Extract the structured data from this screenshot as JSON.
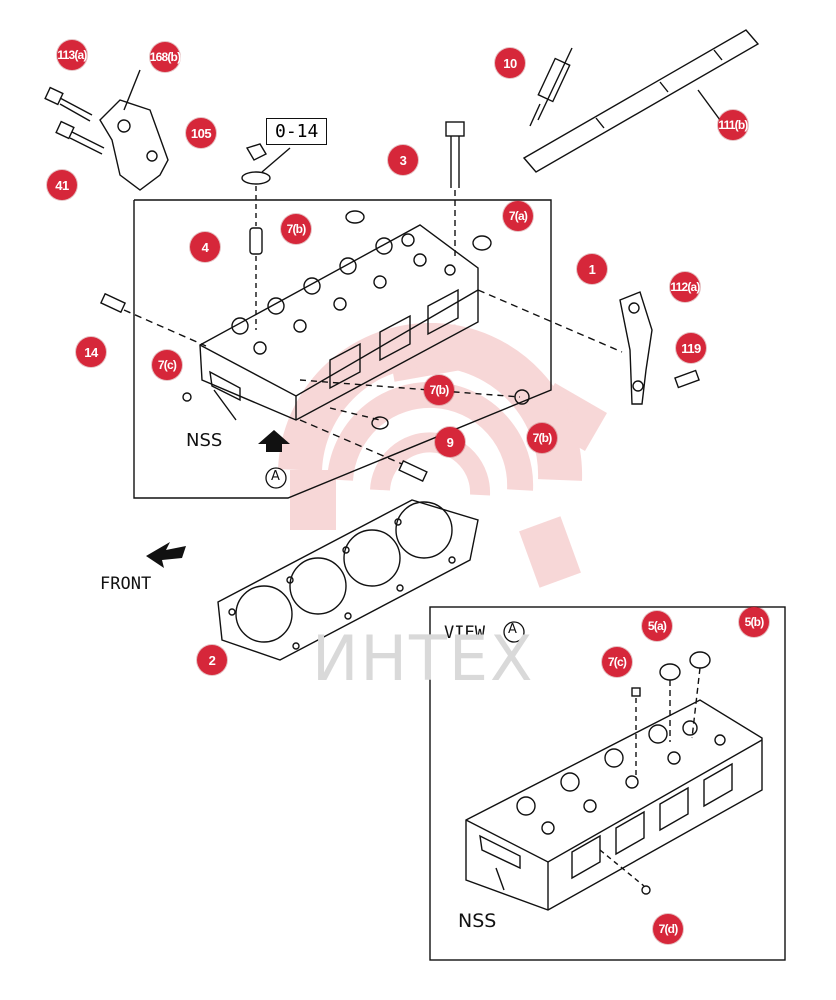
{
  "labels": {
    "nss_main": "NSS",
    "nss_view": "NSS",
    "view_title": "VIEW",
    "view_marker": "A",
    "front": "FRONT",
    "arrow_marker": "A",
    "ref_box": "0-14",
    "watermark": "ИНТЕХ"
  },
  "callouts": [
    {
      "id": "113a",
      "text": "113(a)"
    },
    {
      "id": "168b",
      "text": "168(b)"
    },
    {
      "id": "41",
      "text": "41"
    },
    {
      "id": "105",
      "text": "105"
    },
    {
      "id": "10",
      "text": "10"
    },
    {
      "id": "111b",
      "text": "111(b)"
    },
    {
      "id": "3",
      "text": "3"
    },
    {
      "id": "7a",
      "text": "7(a)"
    },
    {
      "id": "7b_top",
      "text": "7(b)"
    },
    {
      "id": "4",
      "text": "4"
    },
    {
      "id": "1",
      "text": "1"
    },
    {
      "id": "112a",
      "text": "112(a)"
    },
    {
      "id": "14",
      "text": "14"
    },
    {
      "id": "7c_main",
      "text": "7(c)"
    },
    {
      "id": "7b_mid",
      "text": "7(b)"
    },
    {
      "id": "119",
      "text": "119"
    },
    {
      "id": "7b_right",
      "text": "7(b)"
    },
    {
      "id": "9",
      "text": "9"
    },
    {
      "id": "2",
      "text": "2"
    },
    {
      "id": "5a",
      "text": "5(a)"
    },
    {
      "id": "5b",
      "text": "5(b)"
    },
    {
      "id": "7c_view",
      "text": "7(c)"
    },
    {
      "id": "7d",
      "text": "7(d)"
    }
  ],
  "colors": {
    "callout": "#d6273a",
    "line": "#111111",
    "watermark": "#f3c4c4"
  }
}
